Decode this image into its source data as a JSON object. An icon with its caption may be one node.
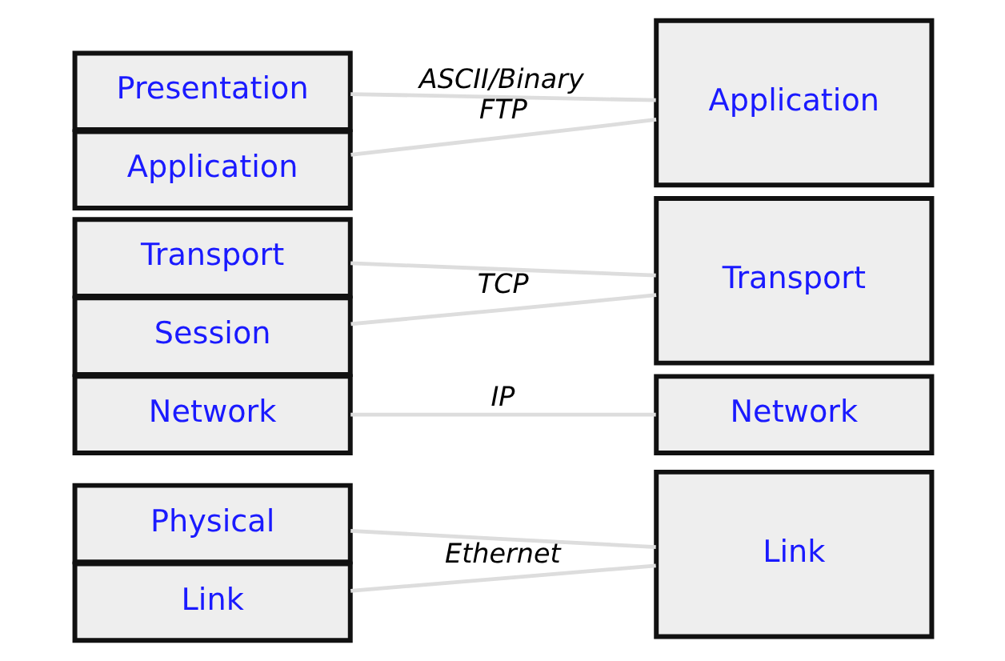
{
  "diagram": {
    "nodes": [
      {
        "text": [
          "Application"
        ]
      },
      {
        "text": [
          "Presentation"
        ]
      },
      {
        "text": [
          "Session"
        ]
      },
      {
        "text": [
          "Transport"
        ]
      },
      {
        "text": [
          "Network"
        ]
      },
      {
        "text": [
          "Link"
        ]
      },
      {
        "text": [
          "Physical"
        ]
      },
      {
        "text": [
          "Application"
        ]
      },
      {
        "text": [
          "Transport"
        ]
      },
      {
        "text": [
          "Network"
        ]
      },
      {
        "text": [
          "Link"
        ]
      }
    ],
    "edges": [
      {
        "from": 0,
        "to": 7,
        "arrow": "none",
        "label": "FTP"
      },
      {
        "from": 1,
        "to": 7,
        "arrow": "none",
        "label": "ASCII/Binary"
      },
      {
        "from": 2,
        "to": 8,
        "arrow": "none",
        "label": "TCP"
      },
      {
        "from": 3,
        "to": 8,
        "arrow": "none"
      },
      {
        "from": 4,
        "to": 9,
        "arrow": "none",
        "label": "IP"
      },
      {
        "from": 5,
        "to": 10,
        "arrow": "none",
        "label": "Ethernet"
      },
      {
        "from": 6,
        "to": 10,
        "arrow": "none"
      }
    ]
  }
}
